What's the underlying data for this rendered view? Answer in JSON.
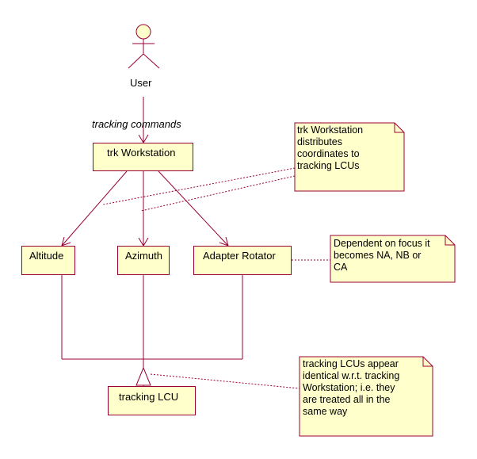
{
  "colors": {
    "line": "#990033",
    "fill": "#ffffcc"
  },
  "actor": {
    "name": "User"
  },
  "message": "tracking commands",
  "classes": {
    "workstation": "trk Workstation",
    "altitude": "Altitude",
    "azimuth": "Azimuth",
    "adapter_rotator": "Adapter Rotator",
    "tracking_lcu": "tracking LCU"
  },
  "notes": {
    "distributes": [
      "trk Workstation",
      "distributes",
      "coordinates to",
      "tracking LCUs"
    ],
    "focus": [
      "Dependent on focus it",
      "becomes NA, NB or",
      "CA"
    ],
    "identical": [
      "tracking LCUs appear",
      "identical w.r.t.  tracking",
      "Workstation; i.e. they",
      "are treated all in the",
      "same way"
    ]
  }
}
